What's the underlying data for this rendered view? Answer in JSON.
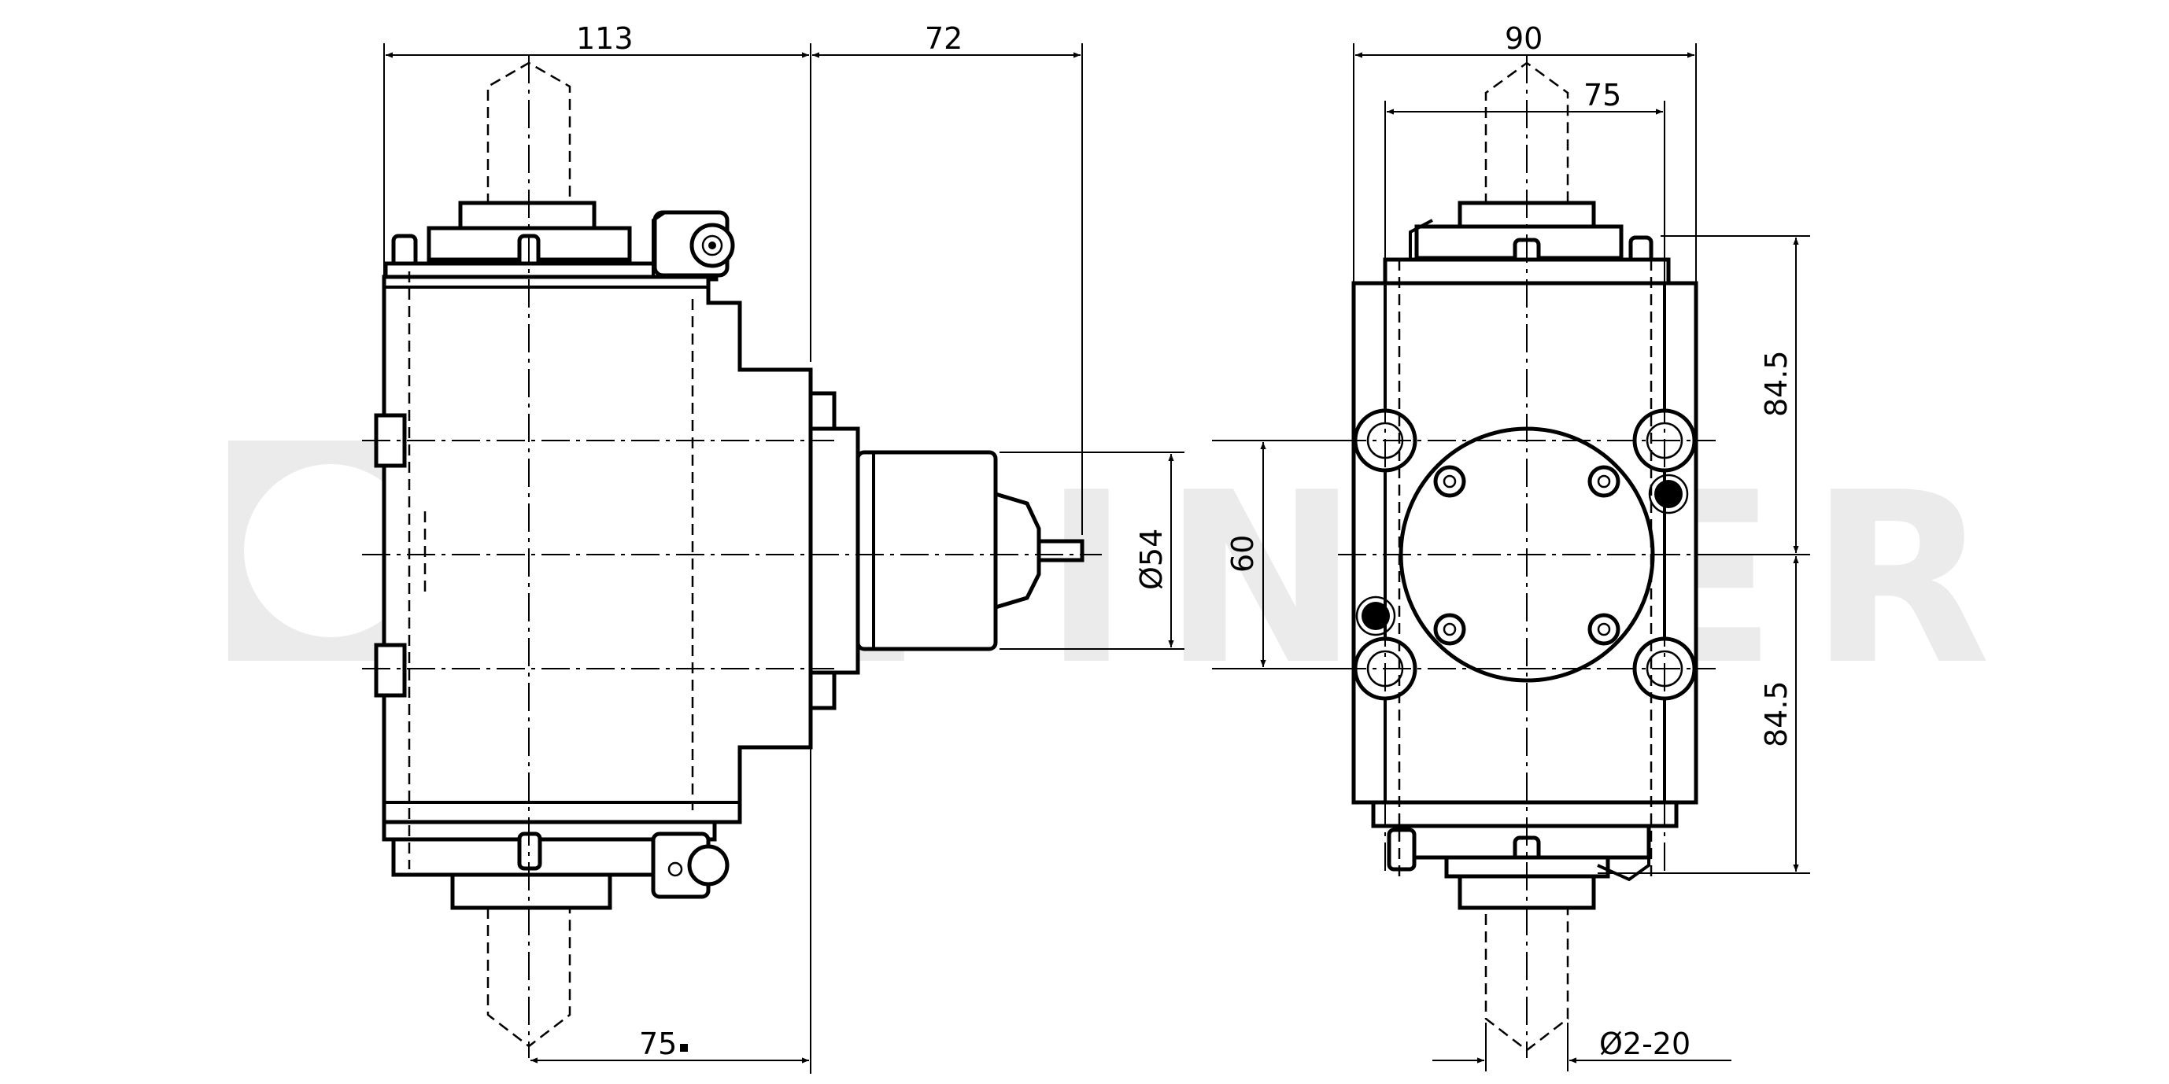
{
  "watermark": "EPPINGER",
  "dimensions": {
    "side_width": "113",
    "side_offset": "72",
    "side_bottom": "75",
    "diameter_54": "Ø54",
    "height_60": "60",
    "front_width": "90",
    "front_inner": "75",
    "upper_half": "84.5",
    "lower_half": "84.5",
    "shank_range": "Ø2-20"
  }
}
